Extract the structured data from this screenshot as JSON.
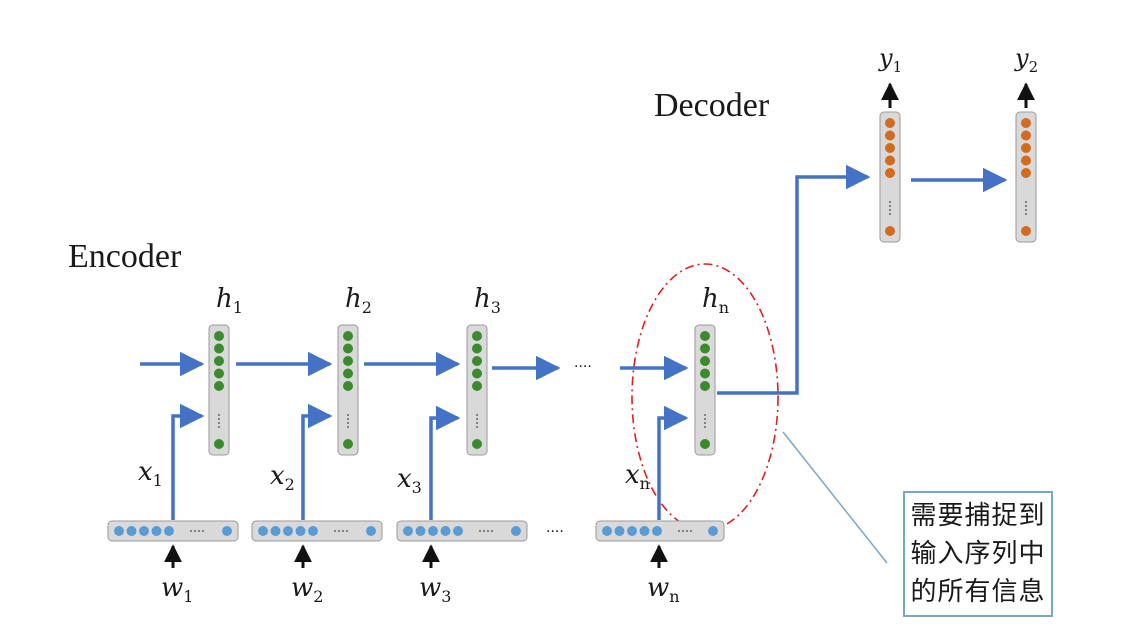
{
  "encoder": {
    "title": "Encoder",
    "steps": [
      {
        "h": "h",
        "h_sub": "1",
        "x": "x",
        "x_sub": "1",
        "w": "w",
        "w_sub": "1"
      },
      {
        "h": "h",
        "h_sub": "2",
        "x": "x",
        "x_sub": "2",
        "w": "w",
        "w_sub": "2"
      },
      {
        "h": "h",
        "h_sub": "3",
        "x": "x",
        "x_sub": "3",
        "w": "w",
        "w_sub": "3"
      },
      {
        "h": "h",
        "h_sub": "n",
        "x": "x",
        "x_sub": "n",
        "w": "w",
        "w_sub": "n"
      }
    ],
    "gap_ellipsis": "····"
  },
  "decoder": {
    "title": "Decoder",
    "outputs": [
      {
        "y": "y",
        "y_sub": "1"
      },
      {
        "y": "y",
        "y_sub": "2"
      }
    ]
  },
  "note": {
    "lines": [
      "需要捕捉到",
      "输入序列中",
      "的所有信息"
    ]
  },
  "colors": {
    "arrow_blue": "#4472c4",
    "hidden_green": "#3c8a2e",
    "embed_blue": "#5b9bd5",
    "decoder_orange": "#d26a1f",
    "vector_fill": "#d9d9d9",
    "ellipse_red": "#e02020",
    "note_border": "#7aa7c7"
  }
}
